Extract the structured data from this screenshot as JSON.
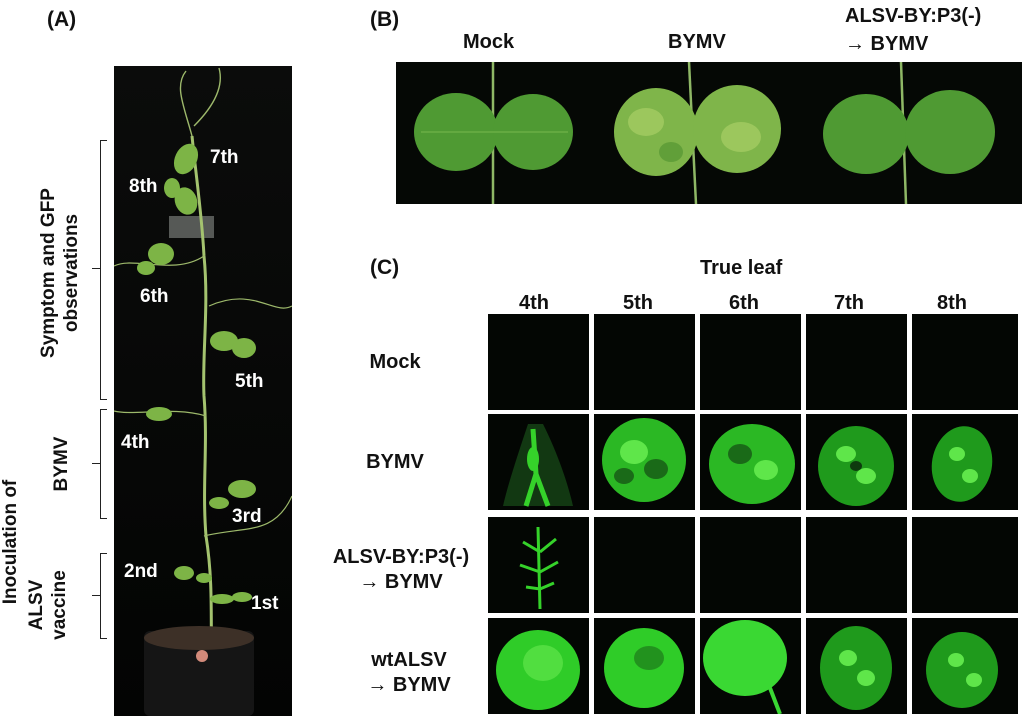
{
  "panels": {
    "A": "(A)",
    "B": "(B)",
    "C": "(C)"
  },
  "panel_a": {
    "bracket_labels": {
      "symptom": "Symptom and GFP observations",
      "bymv": "BYMV",
      "inoculation_of": "Inoculation of",
      "alsv": "ALSV vaccine"
    },
    "leaf_labels": [
      "1st",
      "2nd",
      "3rd",
      "4th",
      "5th",
      "6th",
      "7th",
      "8th"
    ]
  },
  "panel_b": {
    "columns": [
      "Mock",
      "BYMV",
      "ALSV-BY:P3(-)",
      "→ BYMV"
    ]
  },
  "panel_c": {
    "title": "True leaf",
    "columns": [
      "4th",
      "5th",
      "6th",
      "7th",
      "8th"
    ],
    "rows": [
      {
        "line1": "Mock",
        "line2": ""
      },
      {
        "line1": "BYMV",
        "line2": ""
      },
      {
        "line1": "ALSV-BY:P3(-)",
        "line2": "→ BYMV"
      },
      {
        "line1": "wtALSV",
        "line2": "→ BYMV"
      }
    ]
  },
  "colors": {
    "background": "#ffffff",
    "photo_bg": "#050805",
    "leaf_green": "#5fa83a",
    "gfp_green": "#33d02a"
  }
}
